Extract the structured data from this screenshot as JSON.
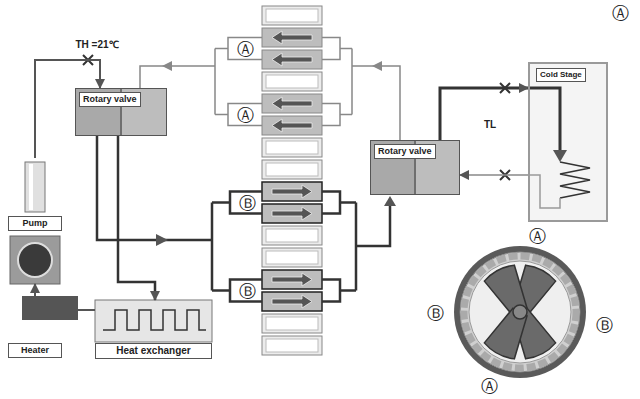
{
  "diagram": {
    "nodes": [
      {
        "text": [
          "Rotary valve"
        ]
      },
      {
        "text": [
          "Pump"
        ]
      },
      {
        "text": [
          "Heater"
        ]
      },
      {
        "text": [
          "Heat exchanger"
        ]
      },
      {
        "text": [
          "Rotary valve"
        ]
      },
      {
        "text": [
          "Cold Stage"
        ]
      }
    ],
    "edges": [
      {
        "from": 2,
        "to": 1,
        "arrow": "to"
      },
      {
        "from": 1,
        "to": 0,
        "arrow": "to"
      },
      {
        "from": 0,
        "to": 3,
        "arrow": "to"
      },
      {
        "from": 3,
        "to": 2,
        "arrow": "none"
      },
      {
        "from": 4,
        "to": 5,
        "arrow": "to"
      },
      {
        "from": 5,
        "to": 4,
        "arrow": "to"
      }
    ],
    "labels": [
      "Ⓐ",
      "TH =21℃",
      "Ⓐ",
      "Ⓐ",
      "TL",
      "Ⓑ",
      "Ⓐ",
      "Ⓑ",
      "Ⓑ",
      "Ⓑ",
      "Ⓐ"
    ]
  }
}
